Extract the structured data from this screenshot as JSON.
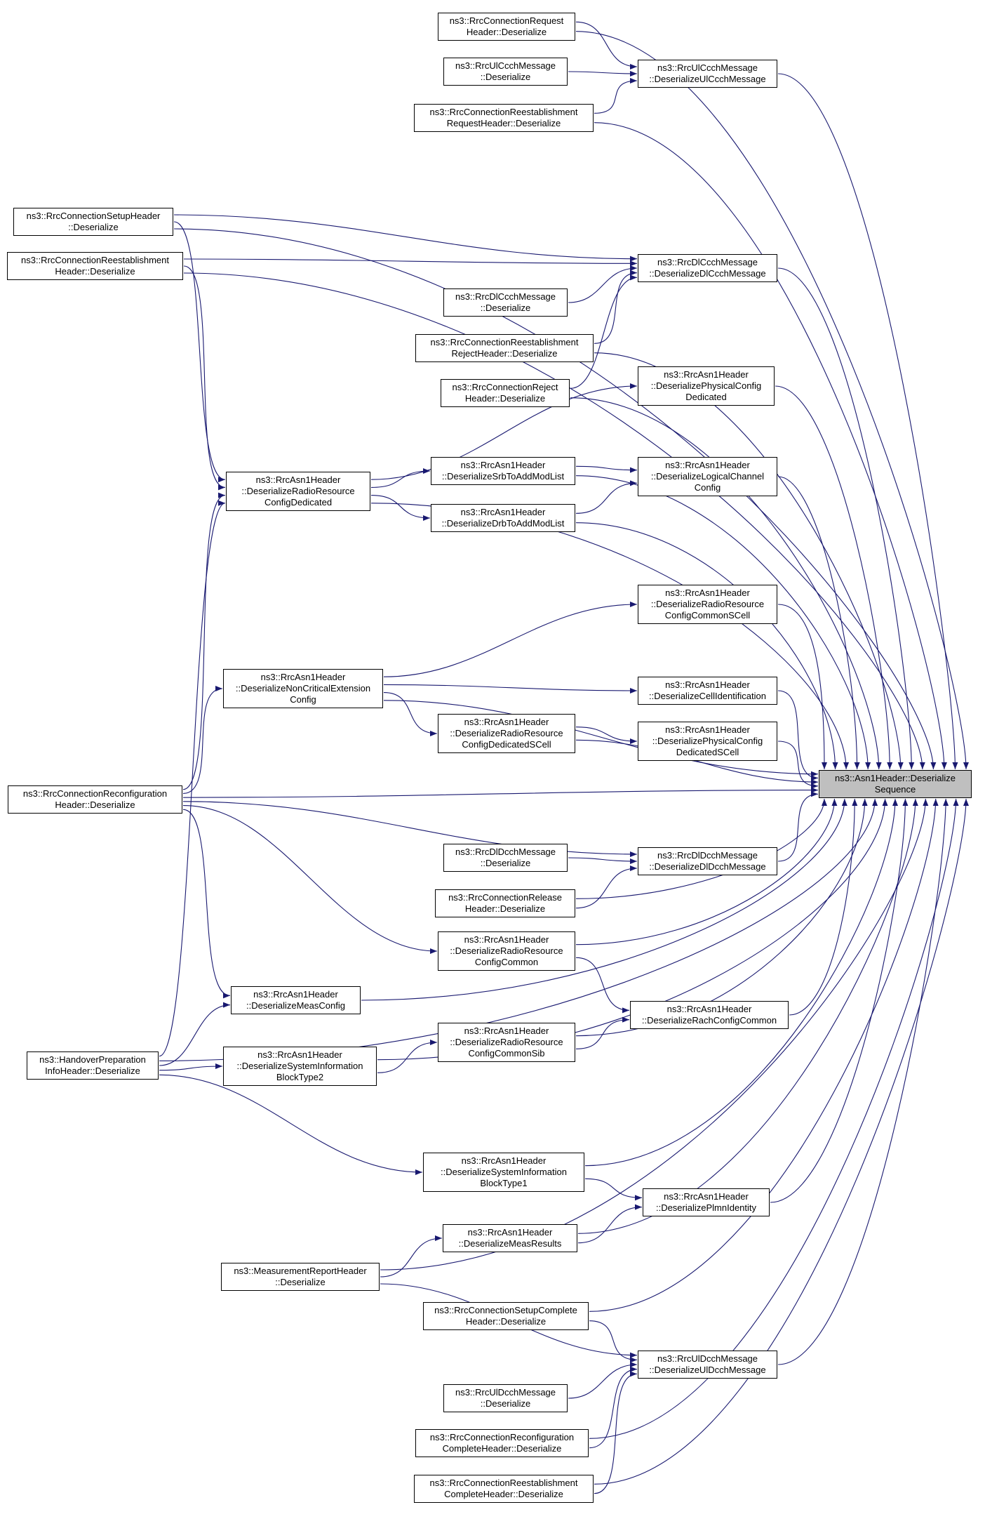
{
  "diagram": {
    "kind": "call-graph",
    "focus_function": "ns3::Asn1Header::DeserializeSequence",
    "edge_color": "#191970",
    "node_border_color": "#000000",
    "node_bg_color": "#ffffff",
    "highlight_bg_color": "#bfbfbf",
    "background_color": "#ffffff"
  },
  "nodes": [
    {
      "id": "n1",
      "label": "ns3::RrcConnectionRequestHeader::Deserialize",
      "lines": [
        "ns3::RrcConnectionRequest",
        "Header::Deserialize"
      ],
      "highlight": false
    },
    {
      "id": "n2",
      "label": "ns3::RrcUlCcchMessage::Deserialize",
      "lines": [
        "ns3::RrcUlCcchMessage",
        "::Deserialize"
      ],
      "highlight": false
    },
    {
      "id": "n3",
      "label": "ns3::RrcUlCcchMessage::DeserializeUlCcchMessage",
      "lines": [
        "ns3::RrcUlCcchMessage",
        "::DeserializeUlCcchMessage"
      ],
      "highlight": false
    },
    {
      "id": "n4",
      "label": "ns3::RrcConnectionReestablishmentRequestHeader::Deserialize",
      "lines": [
        "ns3::RrcConnectionReestablishment",
        "RequestHeader::Deserialize"
      ],
      "highlight": false
    },
    {
      "id": "n5",
      "label": "ns3::RrcConnectionSetupHeader::Deserialize",
      "lines": [
        "ns3::RrcConnectionSetupHeader",
        "::Deserialize"
      ],
      "highlight": false
    },
    {
      "id": "n6",
      "label": "ns3::RrcConnectionReestablishmentHeader::Deserialize",
      "lines": [
        "ns3::RrcConnectionReestablishment",
        "Header::Deserialize"
      ],
      "highlight": false
    },
    {
      "id": "n7",
      "label": "ns3::RrcDlCcchMessage::DeserializeDlCcchMessage",
      "lines": [
        "ns3::RrcDlCcchMessage",
        "::DeserializeDlCcchMessage"
      ],
      "highlight": false
    },
    {
      "id": "n8",
      "label": "ns3::RrcDlCcchMessage::Deserialize",
      "lines": [
        "ns3::RrcDlCcchMessage",
        "::Deserialize"
      ],
      "highlight": false
    },
    {
      "id": "n9",
      "label": "ns3::RrcConnectionReestablishmentRejectHeader::Deserialize",
      "lines": [
        "ns3::RrcConnectionReestablishment",
        "RejectHeader::Deserialize"
      ],
      "highlight": false
    },
    {
      "id": "n10",
      "label": "ns3::RrcConnectionRejectHeader::Deserialize",
      "lines": [
        "ns3::RrcConnectionReject",
        "Header::Deserialize"
      ],
      "highlight": false
    },
    {
      "id": "n11",
      "label": "ns3::RrcAsn1Header::DeserializePhysicalConfigDedicated",
      "lines": [
        "ns3::RrcAsn1Header",
        "::DeserializePhysicalConfig",
        "Dedicated"
      ],
      "highlight": false
    },
    {
      "id": "n12",
      "label": "ns3::RrcAsn1Header::DeserializeRadioResourceConfigDedicated",
      "lines": [
        "ns3::RrcAsn1Header",
        "::DeserializeRadioResource",
        "ConfigDedicated"
      ],
      "highlight": false
    },
    {
      "id": "n13",
      "label": "ns3::RrcAsn1Header::DeserializeSrbToAddModList",
      "lines": [
        "ns3::RrcAsn1Header",
        "::DeserializeSrbToAddModList"
      ],
      "highlight": false
    },
    {
      "id": "n14",
      "label": "ns3::RrcAsn1Header::DeserializeLogicalChannelConfig",
      "lines": [
        "ns3::RrcAsn1Header",
        "::DeserializeLogicalChannel",
        "Config"
      ],
      "highlight": false
    },
    {
      "id": "n15",
      "label": "ns3::RrcAsn1Header::DeserializeDrbToAddModList",
      "lines": [
        "ns3::RrcAsn1Header",
        "::DeserializeDrbToAddModList"
      ],
      "highlight": false
    },
    {
      "id": "n16",
      "label": "ns3::RrcAsn1Header::DeserializeRadioResourceConfigCommonSCell",
      "lines": [
        "ns3::RrcAsn1Header",
        "::DeserializeRadioResource",
        "ConfigCommonSCell"
      ],
      "highlight": false
    },
    {
      "id": "n17",
      "label": "ns3::RrcAsn1Header::DeserializeNonCriticalExtensionConfig",
      "lines": [
        "ns3::RrcAsn1Header",
        "::DeserializeNonCriticalExtension",
        "Config"
      ],
      "highlight": false
    },
    {
      "id": "n18",
      "label": "ns3::RrcAsn1Header::DeserializeCellIdentification",
      "lines": [
        "ns3::RrcAsn1Header",
        "::DeserializeCellIdentification"
      ],
      "highlight": false
    },
    {
      "id": "n19",
      "label": "ns3::RrcAsn1Header::DeserializeRadioResourceConfigDedicatedSCell",
      "lines": [
        "ns3::RrcAsn1Header",
        "::DeserializeRadioResource",
        "ConfigDedicatedSCell"
      ],
      "highlight": false
    },
    {
      "id": "n20",
      "label": "ns3::RrcAsn1Header::DeserializePhysicalConfigDedicatedSCell",
      "lines": [
        "ns3::RrcAsn1Header",
        "::DeserializePhysicalConfig",
        "DedicatedSCell"
      ],
      "highlight": false
    },
    {
      "id": "n21",
      "label": "ns3::Asn1Header::DeserializeSequence",
      "lines": [
        "ns3::Asn1Header::Deserialize",
        "Sequence"
      ],
      "highlight": true
    },
    {
      "id": "n22",
      "label": "ns3::RrcConnectionReconfigurationHeader::Deserialize",
      "lines": [
        "ns3::RrcConnectionReconfiguration",
        "Header::Deserialize"
      ],
      "highlight": false
    },
    {
      "id": "n23",
      "label": "ns3::RrcDlDcchMessage::Deserialize",
      "lines": [
        "ns3::RrcDlDcchMessage",
        "::Deserialize"
      ],
      "highlight": false
    },
    {
      "id": "n24",
      "label": "ns3::RrcDlDcchMessage::DeserializeDlDcchMessage",
      "lines": [
        "ns3::RrcDlDcchMessage",
        "::DeserializeDlDcchMessage"
      ],
      "highlight": false
    },
    {
      "id": "n25",
      "label": "ns3::RrcConnectionReleaseHeader::Deserialize",
      "lines": [
        "ns3::RrcConnectionRelease",
        "Header::Deserialize"
      ],
      "highlight": false
    },
    {
      "id": "n26",
      "label": "ns3::RrcAsn1Header::DeserializeRadioResourceConfigCommon",
      "lines": [
        "ns3::RrcAsn1Header",
        "::DeserializeRadioResource",
        "ConfigCommon"
      ],
      "highlight": false
    },
    {
      "id": "n27",
      "label": "ns3::RrcAsn1Header::DeserializeMeasConfig",
      "lines": [
        "ns3::RrcAsn1Header",
        "::DeserializeMeasConfig"
      ],
      "highlight": false
    },
    {
      "id": "n28",
      "label": "ns3::RrcAsn1Header::DeserializeRachConfigCommon",
      "lines": [
        "ns3::RrcAsn1Header",
        "::DeserializeRachConfigCommon"
      ],
      "highlight": false
    },
    {
      "id": "n29",
      "label": "ns3::RrcAsn1Header::DeserializeRadioResourceConfigCommonSib",
      "lines": [
        "ns3::RrcAsn1Header",
        "::DeserializeRadioResource",
        "ConfigCommonSib"
      ],
      "highlight": false
    },
    {
      "id": "n30",
      "label": "ns3::RrcAsn1Header::DeserializeSystemInformationBlockType2",
      "lines": [
        "ns3::RrcAsn1Header",
        "::DeserializeSystemInformation",
        "BlockType2"
      ],
      "highlight": false
    },
    {
      "id": "n31",
      "label": "ns3::HandoverPreparationInfoHeader::Deserialize",
      "lines": [
        "ns3::HandoverPreparation",
        "InfoHeader::Deserialize"
      ],
      "highlight": false
    },
    {
      "id": "n32",
      "label": "ns3::RrcAsn1Header::DeserializeSystemInformationBlockType1",
      "lines": [
        "ns3::RrcAsn1Header",
        "::DeserializeSystemInformation",
        "BlockType1"
      ],
      "highlight": false
    },
    {
      "id": "n33",
      "label": "ns3::RrcAsn1Header::DeserializePlmnIdentity",
      "lines": [
        "ns3::RrcAsn1Header",
        "::DeserializePlmnIdentity"
      ],
      "highlight": false
    },
    {
      "id": "n34",
      "label": "ns3::RrcAsn1Header::DeserializeMeasResults",
      "lines": [
        "ns3::RrcAsn1Header",
        "::DeserializeMeasResults"
      ],
      "highlight": false
    },
    {
      "id": "n35",
      "label": "ns3::MeasurementReportHeader::Deserialize",
      "lines": [
        "ns3::MeasurementReportHeader",
        "::Deserialize"
      ],
      "highlight": false
    },
    {
      "id": "n36",
      "label": "ns3::RrcConnectionSetupCompleteHeader::Deserialize",
      "lines": [
        "ns3::RrcConnectionSetupComplete",
        "Header::Deserialize"
      ],
      "highlight": false
    },
    {
      "id": "n37",
      "label": "ns3::RrcUlDcchMessage::DeserializeUlDcchMessage",
      "lines": [
        "ns3::RrcUlDcchMessage",
        "::DeserializeUlDcchMessage"
      ],
      "highlight": false
    },
    {
      "id": "n38",
      "label": "ns3::RrcUlDcchMessage::Deserialize",
      "lines": [
        "ns3::RrcUlDcchMessage",
        "::Deserialize"
      ],
      "highlight": false
    },
    {
      "id": "n39",
      "label": "ns3::RrcConnectionReconfigurationCompleteHeader::Deserialize",
      "lines": [
        "ns3::RrcConnectionReconfiguration",
        "CompleteHeader::Deserialize"
      ],
      "highlight": false
    },
    {
      "id": "n40",
      "label": "ns3::RrcConnectionReestablishmentCompleteHeader::Deserialize",
      "lines": [
        "ns3::RrcConnectionReestablishment",
        "CompleteHeader::Deserialize"
      ],
      "highlight": false
    }
  ],
  "edges": [
    [
      "n1",
      "n3"
    ],
    [
      "n1",
      "n21"
    ],
    [
      "n2",
      "n3"
    ],
    [
      "n4",
      "n3"
    ],
    [
      "n4",
      "n21"
    ],
    [
      "n3",
      "n21"
    ],
    [
      "n5",
      "n7"
    ],
    [
      "n5",
      "n12"
    ],
    [
      "n5",
      "n21"
    ],
    [
      "n6",
      "n7"
    ],
    [
      "n6",
      "n12"
    ],
    [
      "n6",
      "n21"
    ],
    [
      "n8",
      "n7"
    ],
    [
      "n9",
      "n7"
    ],
    [
      "n9",
      "n21"
    ],
    [
      "n10",
      "n7"
    ],
    [
      "n10",
      "n21"
    ],
    [
      "n7",
      "n21"
    ],
    [
      "n11",
      "n21"
    ],
    [
      "n12",
      "n13"
    ],
    [
      "n12",
      "n15"
    ],
    [
      "n12",
      "n11"
    ],
    [
      "n12",
      "n21"
    ],
    [
      "n13",
      "n14"
    ],
    [
      "n13",
      "n21"
    ],
    [
      "n15",
      "n14"
    ],
    [
      "n15",
      "n21"
    ],
    [
      "n14",
      "n21"
    ],
    [
      "n16",
      "n21"
    ],
    [
      "n17",
      "n16"
    ],
    [
      "n17",
      "n18"
    ],
    [
      "n17",
      "n19"
    ],
    [
      "n17",
      "n21"
    ],
    [
      "n18",
      "n21"
    ],
    [
      "n19",
      "n20"
    ],
    [
      "n19",
      "n21"
    ],
    [
      "n20",
      "n21"
    ],
    [
      "n22",
      "n12"
    ],
    [
      "n22",
      "n17"
    ],
    [
      "n22",
      "n27"
    ],
    [
      "n22",
      "n24"
    ],
    [
      "n22",
      "n26"
    ],
    [
      "n22",
      "n21"
    ],
    [
      "n23",
      "n24"
    ],
    [
      "n25",
      "n24"
    ],
    [
      "n25",
      "n21"
    ],
    [
      "n24",
      "n21"
    ],
    [
      "n26",
      "n28"
    ],
    [
      "n26",
      "n21"
    ],
    [
      "n27",
      "n21"
    ],
    [
      "n28",
      "n21"
    ],
    [
      "n29",
      "n28"
    ],
    [
      "n29",
      "n21"
    ],
    [
      "n30",
      "n29"
    ],
    [
      "n30",
      "n21"
    ],
    [
      "n31",
      "n12"
    ],
    [
      "n31",
      "n27"
    ],
    [
      "n31",
      "n30"
    ],
    [
      "n31",
      "n32"
    ],
    [
      "n31",
      "n21"
    ],
    [
      "n32",
      "n33"
    ],
    [
      "n32",
      "n21"
    ],
    [
      "n33",
      "n21"
    ],
    [
      "n34",
      "n33"
    ],
    [
      "n34",
      "n21"
    ],
    [
      "n35",
      "n34"
    ],
    [
      "n35",
      "n37"
    ],
    [
      "n35",
      "n21"
    ],
    [
      "n36",
      "n37"
    ],
    [
      "n36",
      "n21"
    ],
    [
      "n37",
      "n21"
    ],
    [
      "n38",
      "n37"
    ],
    [
      "n39",
      "n37"
    ],
    [
      "n39",
      "n21"
    ],
    [
      "n40",
      "n37"
    ],
    [
      "n40",
      "n21"
    ]
  ]
}
